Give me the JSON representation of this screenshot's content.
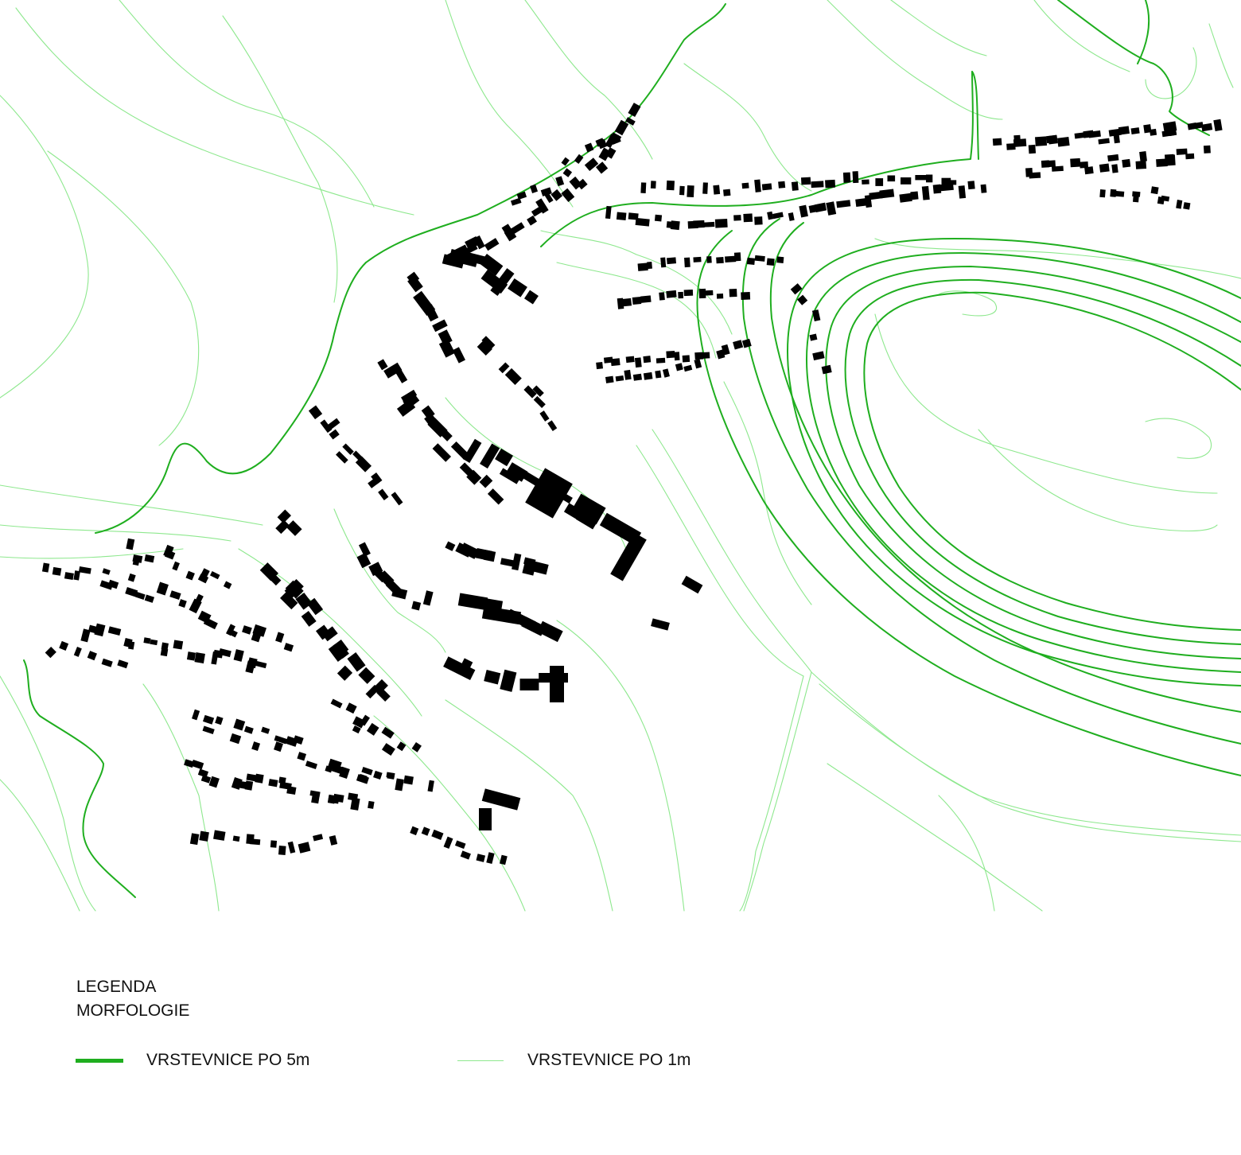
{
  "map": {
    "colors": {
      "background": "#ffffff",
      "contour_5m": "#1fae1f",
      "contour_1m": "#8ee88e",
      "buildings": "#000000"
    }
  },
  "legend": {
    "title_line1": "LEGENDA",
    "title_line2": "MORFOLOGIE",
    "items": [
      {
        "label": "VRSTEVNICE PO 5m",
        "color": "#1fae1f"
      },
      {
        "label": "VRSTEVNICE PO 1m",
        "color": "#8ee88e"
      }
    ]
  }
}
